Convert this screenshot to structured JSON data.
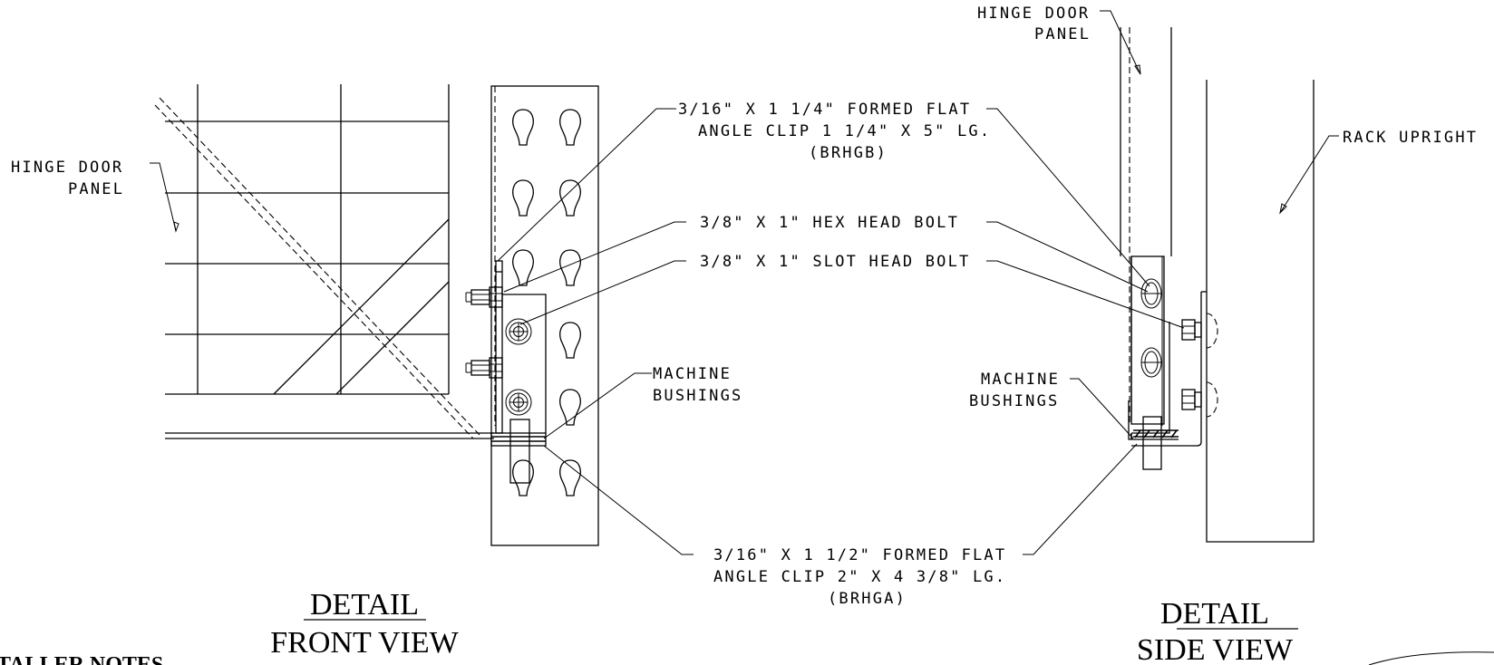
{
  "front_view": {
    "title_line1": "DETAIL",
    "title_line2": "FRONT VIEW",
    "labels": {
      "hinge_door_panel_1": "HINGE DOOR",
      "hinge_door_panel_2": "PANEL",
      "angle_clip_b_1": "3/16\" X 1 1/4\" FORMED FLAT",
      "angle_clip_b_2": "ANGLE CLIP 1 1/4\" X 5\" LG.",
      "angle_clip_b_3": "(BRHGB)",
      "hex_bolt": "3/8\" X 1\" HEX HEAD BOLT",
      "slot_bolt": "3/8\" X 1\" SLOT HEAD BOLT",
      "bushings_1": "MACHINE",
      "bushings_2": "BUSHINGS",
      "angle_clip_a_1": "3/16\" X 1 1/2\" FORMED FLAT",
      "angle_clip_a_2": "ANGLE CLIP 2\" X 4 3/8\" LG.",
      "angle_clip_a_3": "(BRHGA)"
    }
  },
  "side_view": {
    "title_line1": "DETAIL",
    "title_line2": "SIDE VIEW",
    "labels": {
      "hinge_door_panel_1": "HINGE DOOR",
      "hinge_door_panel_2": "PANEL",
      "rack_upright": "RACK UPRIGHT",
      "bushings_1": "MACHINE",
      "bushings_2": "BUSHINGS"
    }
  },
  "notes_heading": "TALLER NOTES"
}
